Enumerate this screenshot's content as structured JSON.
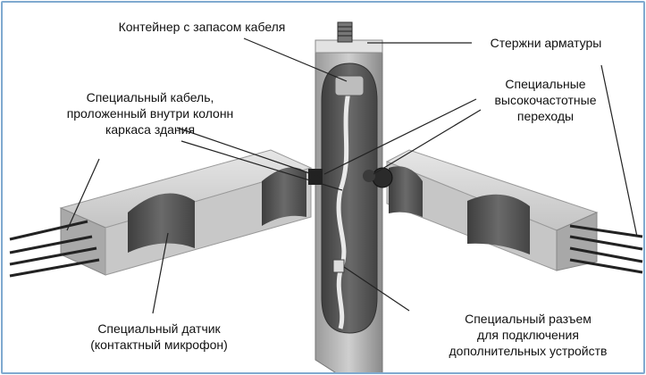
{
  "labels": {
    "container": "Контейнер с запасом кабеля",
    "rebar": "Стержни арматуры",
    "cable": "Специальный кабель,\nпроложенный внутри колонн\nкаркаса здания",
    "hf_transitions": "Специальные\nвысокочастотные\nпереходы",
    "sensor": "Специальный датчик\n(контактный микрофон)",
    "connector": "Специальный разъем\nдля подключения\nдополнительных устройств"
  },
  "colors": {
    "border": "#7fa9cf",
    "concrete": "#d4d4d4",
    "concrete_dark": "#8e8e8e",
    "cavity": "#5a5a5a",
    "leader": "#222222"
  }
}
